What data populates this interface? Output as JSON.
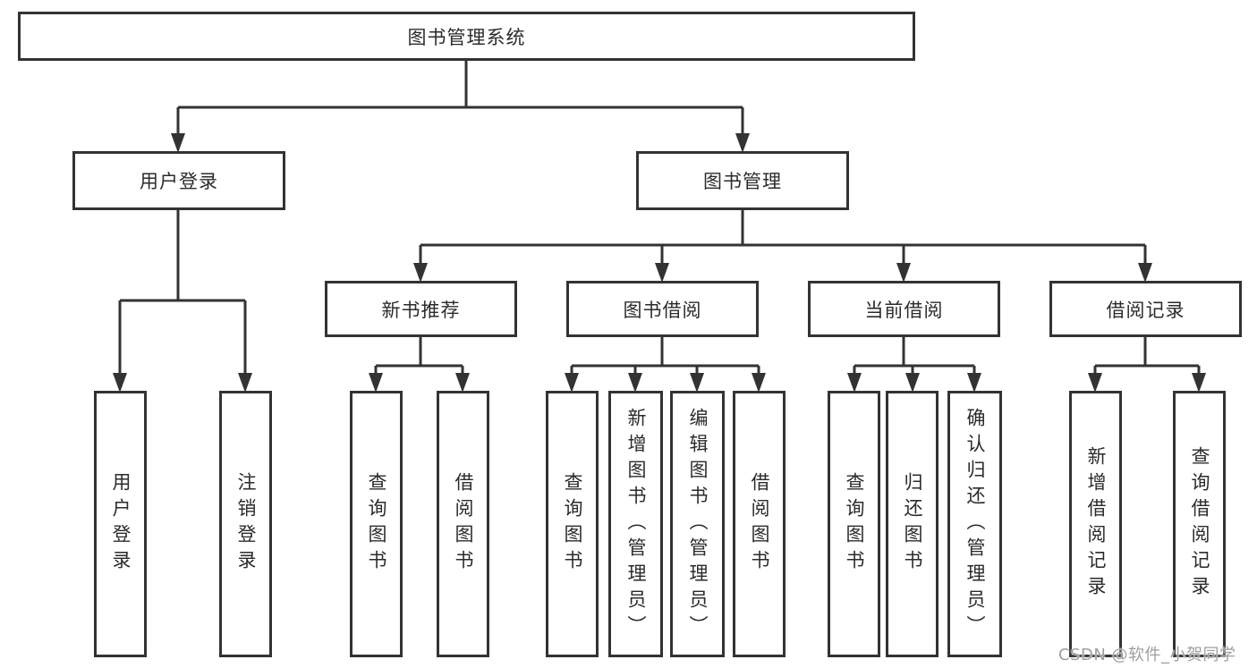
{
  "diagram": {
    "type": "tree",
    "root": {
      "label": "图书管理系统"
    },
    "level2": {
      "user_login": {
        "label": "用户登录"
      },
      "book_management": {
        "label": "图书管理"
      }
    },
    "level3": {
      "new_book_recommend": {
        "label": "新书推荐",
        "parent": "图书管理"
      },
      "book_borrow": {
        "label": "图书借阅",
        "parent": "图书管理"
      },
      "current_borrow": {
        "label": "当前借阅",
        "parent": "图书管理"
      },
      "borrow_records": {
        "label": "借阅记录",
        "parent": "图书管理"
      }
    },
    "leaves": {
      "user_login": [
        "用户登录",
        "注销登录"
      ],
      "new_book_recommend": [
        "查询图书",
        "借阅图书"
      ],
      "book_borrow": [
        "查询图书",
        "新增图书（管理员）",
        "编辑图书（管理员）",
        "借阅图书"
      ],
      "current_borrow": [
        "查询图书",
        "归还图书",
        "确认归还（管理员）"
      ],
      "borrow_records": [
        "新增借阅记录",
        "查询借阅记录"
      ]
    }
  },
  "watermark": {
    "text": "CSDN @软件_小贺同学"
  },
  "colors": {
    "line": "#333333",
    "border": "#333333",
    "text": "#2b2b2b",
    "watermark": "#9e9e9e",
    "background": "#ffffff"
  }
}
